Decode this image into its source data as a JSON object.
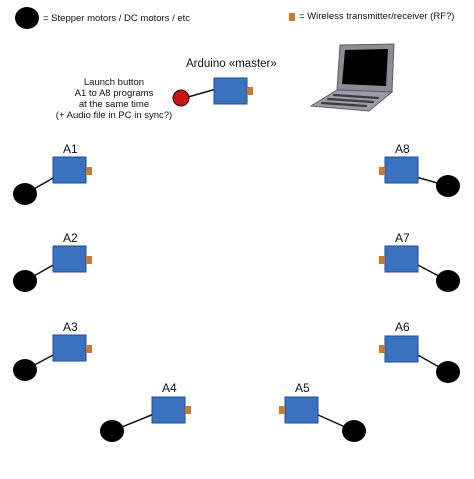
{
  "legend": {
    "motor_label": "= Stepper motors / DC motors / etc",
    "rf_label": "= Wireless transmitter/receiver (RF?)"
  },
  "master": {
    "label": "Arduino «master»"
  },
  "launch_button": {
    "lines": [
      "Launch button",
      "A1 to A8 programs",
      "at the same time",
      "(+ Audio file in PC in sync?)"
    ]
  },
  "nodes": [
    {
      "id": "A1"
    },
    {
      "id": "A2"
    },
    {
      "id": "A3"
    },
    {
      "id": "A4"
    },
    {
      "id": "A5"
    },
    {
      "id": "A6"
    },
    {
      "id": "A7"
    },
    {
      "id": "A8"
    }
  ],
  "colors": {
    "board": "#3a72c0",
    "board_border": "#1f4f8f",
    "rf_module": "#c97a2c",
    "motor": "#000000",
    "button": "#cc1111",
    "laptop_body": "#8a8d94",
    "laptop_screen": "#000000"
  }
}
